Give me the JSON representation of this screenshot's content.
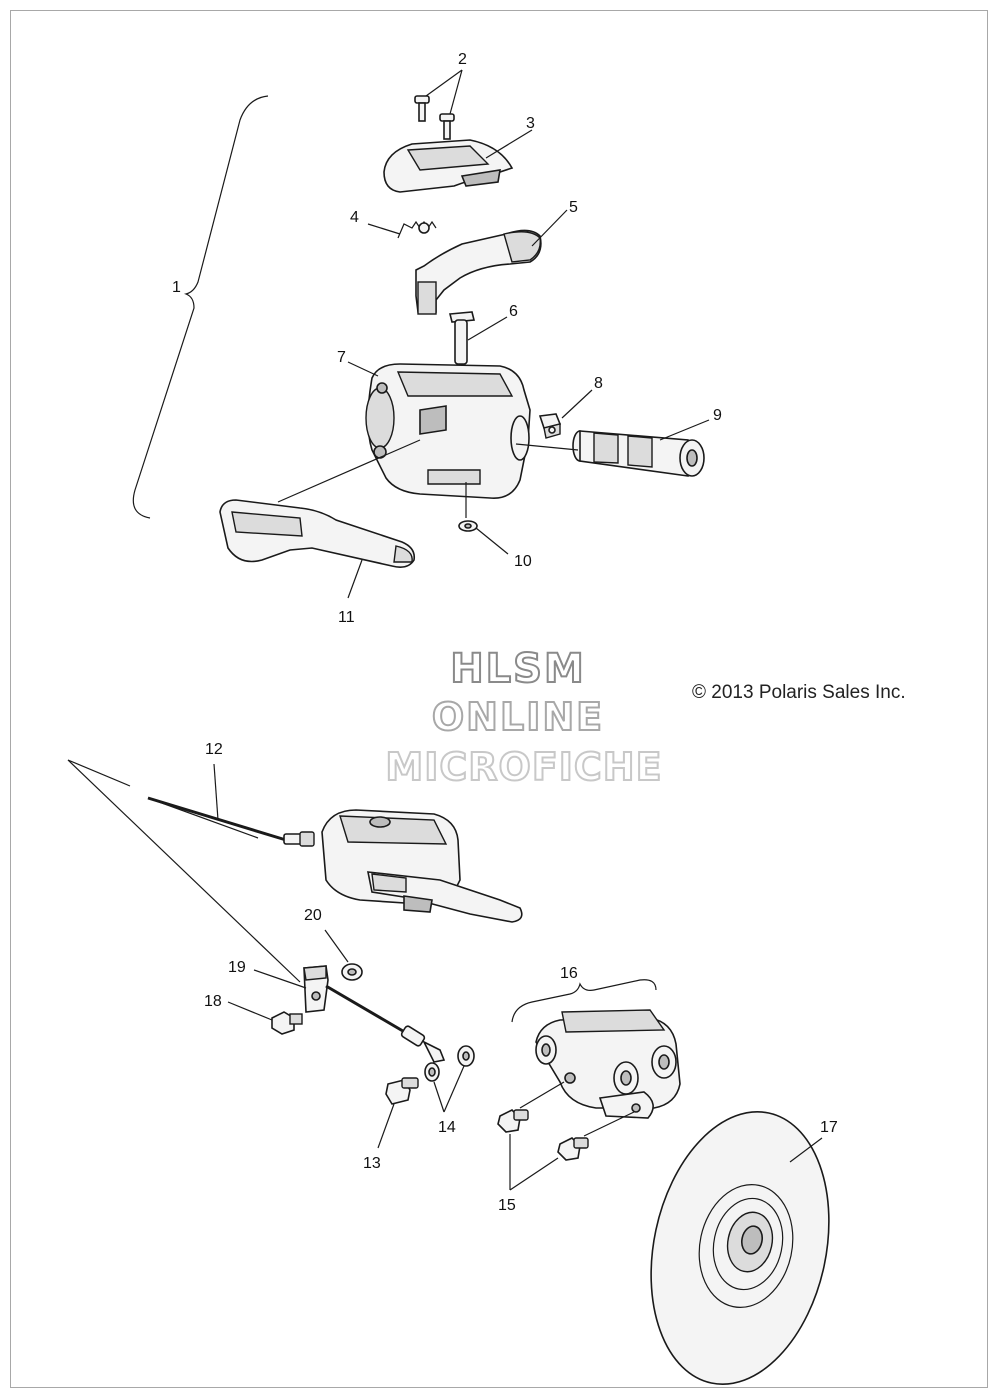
{
  "watermark": {
    "line1": "HLSM",
    "line2": "ONLINE",
    "line3": "MICROFICHE"
  },
  "copyright": "© 2013 Polaris Sales Inc.",
  "callouts": {
    "c1": "1",
    "c2": "2",
    "c3": "3",
    "c4": "4",
    "c5": "5",
    "c6": "6",
    "c7": "7",
    "c8": "8",
    "c9": "9",
    "c10": "10",
    "c11": "11",
    "c12": "12",
    "c13": "13",
    "c14": "14",
    "c15": "15",
    "c16": "16",
    "c17": "17",
    "c18": "18",
    "c19": "19",
    "c20": "20"
  },
  "colors": {
    "line": "#1a1a1a",
    "watermark_hlsm": "#8a8a8a",
    "watermark_online": "#a8a8a8",
    "watermark_microfiche": "#c8c8c8"
  }
}
